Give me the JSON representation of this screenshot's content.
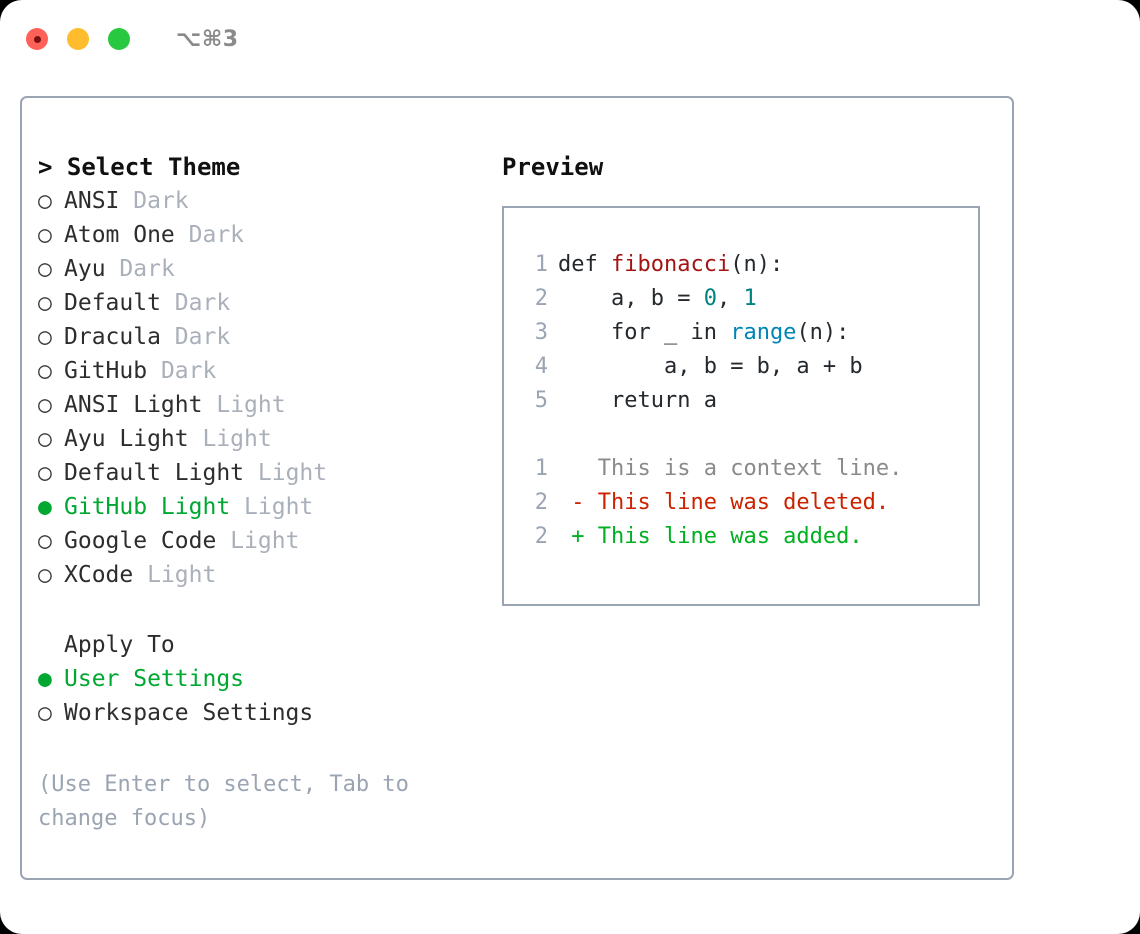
{
  "titlebar": {
    "shortcut": "⌥⌘3",
    "lights": [
      "close-red",
      "minimize-yellow",
      "zoom-green"
    ]
  },
  "theme_panel": {
    "heading": "> Select Theme",
    "options": [
      {
        "marker": "○",
        "name": "ANSI",
        "tag": "Dark",
        "selected": false
      },
      {
        "marker": "○",
        "name": "Atom One",
        "tag": "Dark",
        "selected": false
      },
      {
        "marker": "○",
        "name": "Ayu",
        "tag": "Dark",
        "selected": false
      },
      {
        "marker": "○",
        "name": "Default",
        "tag": "Dark",
        "selected": false
      },
      {
        "marker": "○",
        "name": "Dracula",
        "tag": "Dark",
        "selected": false
      },
      {
        "marker": "○",
        "name": "GitHub",
        "tag": "Dark",
        "selected": false
      },
      {
        "marker": "○",
        "name": "ANSI Light",
        "tag": "Light",
        "selected": false
      },
      {
        "marker": "○",
        "name": "Ayu Light",
        "tag": "Light",
        "selected": false
      },
      {
        "marker": "○",
        "name": "Default Light",
        "tag": "Light",
        "selected": false
      },
      {
        "marker": "●",
        "name": "GitHub Light",
        "tag": "Light",
        "selected": true
      },
      {
        "marker": "○",
        "name": "Google Code",
        "tag": "Light",
        "selected": false
      },
      {
        "marker": "○",
        "name": "XCode",
        "tag": "Light",
        "selected": false
      }
    ],
    "apply_to": {
      "heading": "Apply To",
      "options": [
        {
          "marker": "●",
          "name": "User Settings",
          "selected": true
        },
        {
          "marker": "○",
          "name": "Workspace Settings",
          "selected": false
        }
      ]
    },
    "hint": "(Use Enter to select, Tab to change focus)"
  },
  "preview": {
    "title": "Preview",
    "code": [
      {
        "ln": "1",
        "indent": "",
        "parts": [
          {
            "text": "def ",
            "style": "plain"
          },
          {
            "text": "fibonacci",
            "style": "fn"
          },
          {
            "text": "(n):",
            "style": "plain"
          }
        ]
      },
      {
        "ln": "2",
        "indent": "    ",
        "parts": [
          {
            "text": "a, b = ",
            "style": "plain"
          },
          {
            "text": "0",
            "style": "num"
          },
          {
            "text": ", ",
            "style": "plain"
          },
          {
            "text": "1",
            "style": "num"
          }
        ]
      },
      {
        "ln": "3",
        "indent": "    ",
        "parts": [
          {
            "text": "for _ in ",
            "style": "plain"
          },
          {
            "text": "range",
            "style": "call"
          },
          {
            "text": "(n):",
            "style": "plain"
          }
        ]
      },
      {
        "ln": "4",
        "indent": "        ",
        "parts": [
          {
            "text": "a, b = b, a + b",
            "style": "plain"
          }
        ]
      },
      {
        "ln": "5",
        "indent": "    ",
        "parts": [
          {
            "text": "return a",
            "style": "plain"
          }
        ]
      }
    ],
    "diff": [
      {
        "ln": "1",
        "sign": " ",
        "text": "This is a context line.",
        "kind": "context"
      },
      {
        "ln": "2",
        "sign": "-",
        "text": "This line was deleted.",
        "kind": "deleted"
      },
      {
        "ln": "2",
        "sign": "+",
        "text": "This line was added.",
        "kind": "added"
      }
    ]
  },
  "colors": {
    "accent_green": "#00a832",
    "border": "#9aa4b2",
    "muted": "#aab0ba",
    "keyword_fn": "#a31515",
    "builtin_call": "#0086b3",
    "number": "#00827f",
    "diff_deleted": "#cc2200",
    "diff_added": "#00b020",
    "light_red": "#ff6058",
    "light_yellow": "#ffbd2e",
    "light_green": "#28c840"
  }
}
